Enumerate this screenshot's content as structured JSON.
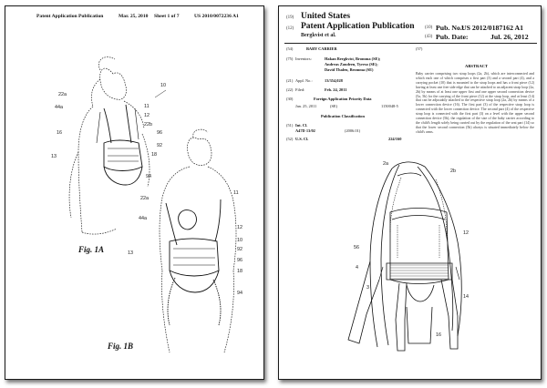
{
  "page1": {
    "header_left": "Patent Application Publication",
    "header_date": "Mar. 25, 2010",
    "header_sheet": "Sheet 1 of 7",
    "header_number": "US 2010/0072236 A1",
    "fig_1a": "Fig. 1A",
    "fig_1b": "Fig. 1B",
    "callouts_a": [
      "10",
      "22a",
      "44a",
      "11",
      "12",
      "22b",
      "16",
      "96",
      "92",
      "13",
      "18",
      "94"
    ],
    "callouts_b": [
      "11",
      "22a",
      "44a",
      "13",
      "12",
      "10",
      "92",
      "96",
      "18",
      "94"
    ]
  },
  "page2": {
    "line_19": "(19)",
    "line_12": "(12)",
    "country": "United States",
    "doc_type": "Patent Application Publication",
    "authors": "Bergkvist et al.",
    "code_10": "(10)",
    "pub_no_label": "Pub. No.:",
    "pub_no": "US 2012/0187162 A1",
    "code_43": "(43)",
    "pub_date_label": "Pub. Date:",
    "pub_date": "Jul. 26, 2012",
    "code_54": "(54)",
    "title": "BABY CARRIER",
    "code_75": "(75)",
    "inventors_label": "Inventors:",
    "inventors": [
      "Hakan Bergkvist, Bromma (SE);",
      "Andreas Zaudeen, Tyreso (SE);",
      "David Thalen, Bromma (SE)"
    ],
    "code_21": "(21)",
    "appl_label": "Appl. No.:",
    "appl_no": "13/354,028",
    "code_22": "(22)",
    "filed_label": "Filed:",
    "filed": "Feb. 24, 2011",
    "code_30": "(30)",
    "foreign_title": "Foreign Application Priority Data",
    "foreign_date": "Jan. 25, 2011",
    "foreign_country": "(SE)",
    "foreign_no": "1150048-5",
    "pub_class_title": "Publication Classification",
    "code_51": "(51)",
    "int_cl_label": "Int. Cl.",
    "int_cl": "A47D 13/02",
    "int_cl_year": "(2006.01)",
    "code_52": "(52)",
    "us_cl_label": "U.S. Cl.",
    "us_cl": "224/160",
    "code_57": "(57)",
    "abstract_title": "ABSTRACT",
    "abstract": "Baby carrier comprising two strap loops (2a, 2b), which are interconnected and which each one of which comprises a first part (3) and a second part (4), and a carrying pocket (10) that is mounted to the strap loops and has a front piece (12) having at least one free side edge that can be attached to an adjacent strap loop (2a, 2b) by means of at least one upper first and one upper second connection device (5a, 5b) for the carrying of the front piece (12) at the strap loop, and at least (14) that can be adjustably attached to the respective strap loop (2a, 2b) by means of a lower connection device (16). The first part (3) of the respective strap loop is connected with the lower connection device. The second part (4) of the respective strap loop is connected with the first part (3) on a level with the upper second connection device (5b), the regulation of the size of the baby carrier according to the child's length solely being carried out by the regulation of the seat part (14) so that the lower second connection (5b) always is situated immediately below the child's arms.",
    "fig_callouts": [
      "2a",
      "2b",
      "56",
      "4",
      "3",
      "12",
      "14",
      "16"
    ]
  }
}
